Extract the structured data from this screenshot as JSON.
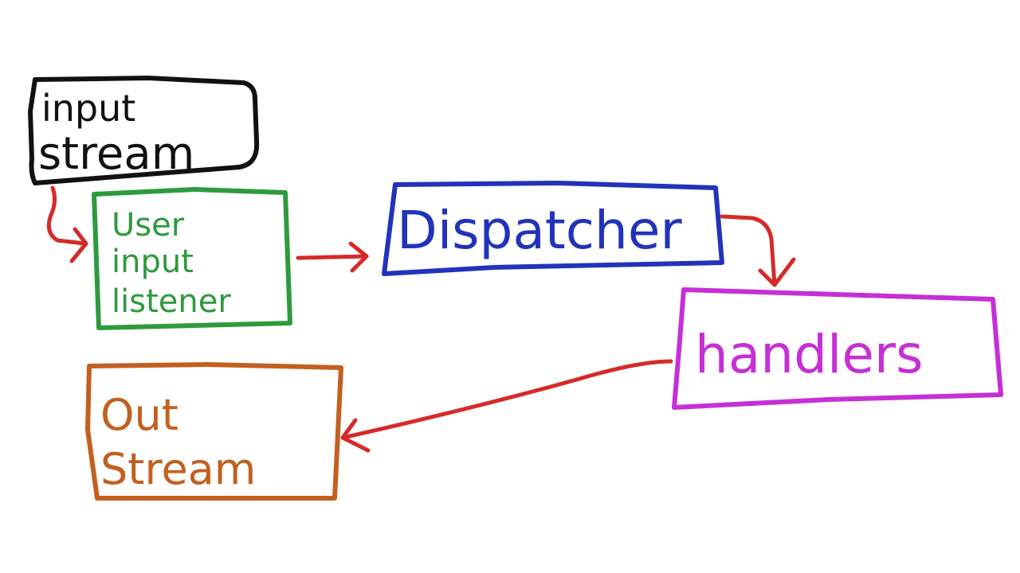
{
  "colors": {
    "background": "#ffffff",
    "input_stream": "#111111",
    "user_input_listener": "#2e9a3e",
    "dispatcher": "#2233bb",
    "handlers": "#c62fd6",
    "out_stream": "#c2601f",
    "arrow": "#d62a2a"
  },
  "nodes": {
    "input_stream": {
      "line1": "input",
      "line2": "stream"
    },
    "user_input_listener": {
      "line1": "User",
      "line2": "input",
      "line3": "listener"
    },
    "dispatcher": {
      "line1": "Dispatcher"
    },
    "handlers": {
      "line1": "handlers"
    },
    "out_stream": {
      "line1": "Out",
      "line2": "Stream"
    }
  },
  "edges": [
    {
      "from": "input stream",
      "to": "User input listener"
    },
    {
      "from": "User input listener",
      "to": "Dispatcher"
    },
    {
      "from": "Dispatcher",
      "to": "handlers"
    },
    {
      "from": "handlers",
      "to": "Out Stream"
    }
  ]
}
